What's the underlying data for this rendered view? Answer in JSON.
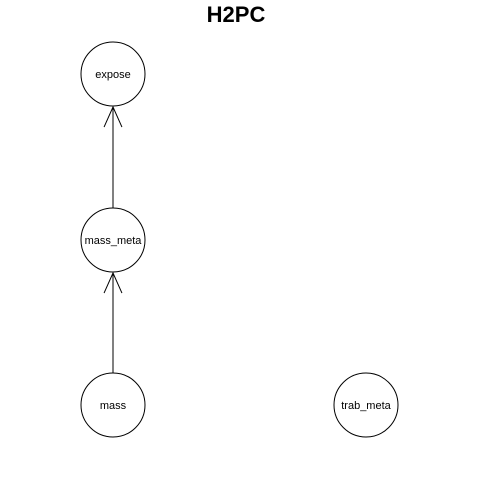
{
  "diagram": {
    "title": "H2PC",
    "nodes": [
      {
        "id": "expose",
        "label": "expose"
      },
      {
        "id": "mass_meta",
        "label": "mass_meta"
      },
      {
        "id": "mass",
        "label": "mass"
      },
      {
        "id": "trab_meta",
        "label": "trab_meta"
      }
    ],
    "edges": [
      {
        "from": "mass_meta",
        "to": "expose"
      },
      {
        "from": "mass",
        "to": "mass_meta"
      }
    ]
  }
}
